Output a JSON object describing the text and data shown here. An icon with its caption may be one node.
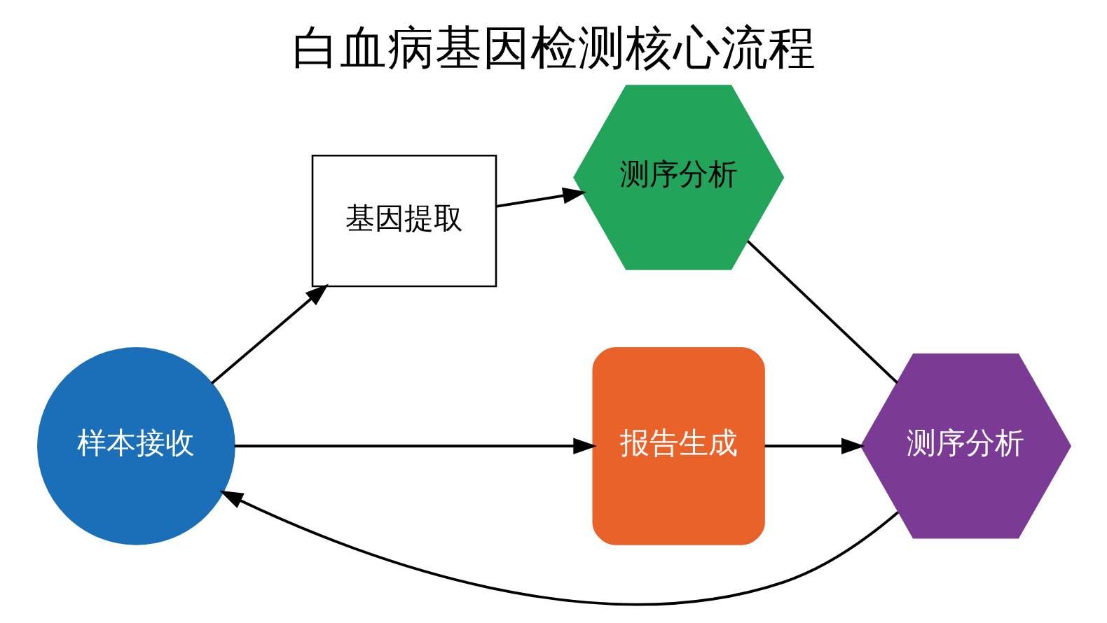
{
  "diagram": {
    "title": "白血病基因检测核心流程",
    "nodes": [
      {
        "text": [
          "样本接收"
        ]
      },
      {
        "text": [
          "基因提取"
        ]
      },
      {
        "text": [
          "测序分析"
        ]
      },
      {
        "text": [
          "测序分析"
        ]
      },
      {
        "text": [
          "报告生成"
        ]
      }
    ],
    "edges": [
      {
        "from": 0,
        "to": 1,
        "arrow": "to"
      },
      {
        "from": 1,
        "to": 2,
        "arrow": "to"
      },
      {
        "from": 2,
        "to": 3,
        "arrow": "none"
      },
      {
        "from": 0,
        "to": 4,
        "arrow": "to"
      },
      {
        "from": 4,
        "to": 3,
        "arrow": "to"
      },
      {
        "from": 3,
        "to": 0,
        "arrow": "to"
      }
    ]
  }
}
